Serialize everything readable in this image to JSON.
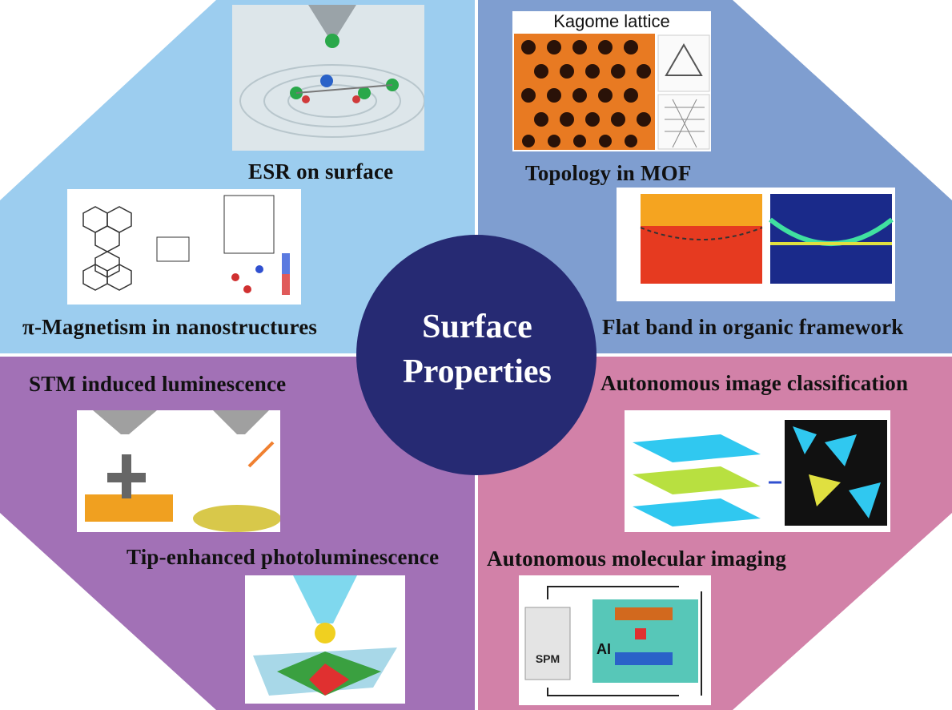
{
  "center": {
    "line1": "Surface",
    "line2": "Properties"
  },
  "labels": {
    "esr": "ESR on surface",
    "topology": "Topology in MOF",
    "magnetism": "π-Magnetism in nanostructures",
    "flatband": "Flat band in organic framework",
    "stm": "STM induced luminescence",
    "classification": "Autonomous image classification",
    "tep": "Tip-enhanced photoluminescence",
    "molecular": "Autonomous molecular imaging"
  },
  "inset": {
    "kagome": "Kagome lattice",
    "spm": "SPM",
    "ai": "AI"
  },
  "colors": {
    "top_left": "#9ccdef",
    "top_right": "#7f9ed0",
    "bottom_left": "#a271b6",
    "bottom_right": "#d281a8",
    "center": "#262a73"
  }
}
